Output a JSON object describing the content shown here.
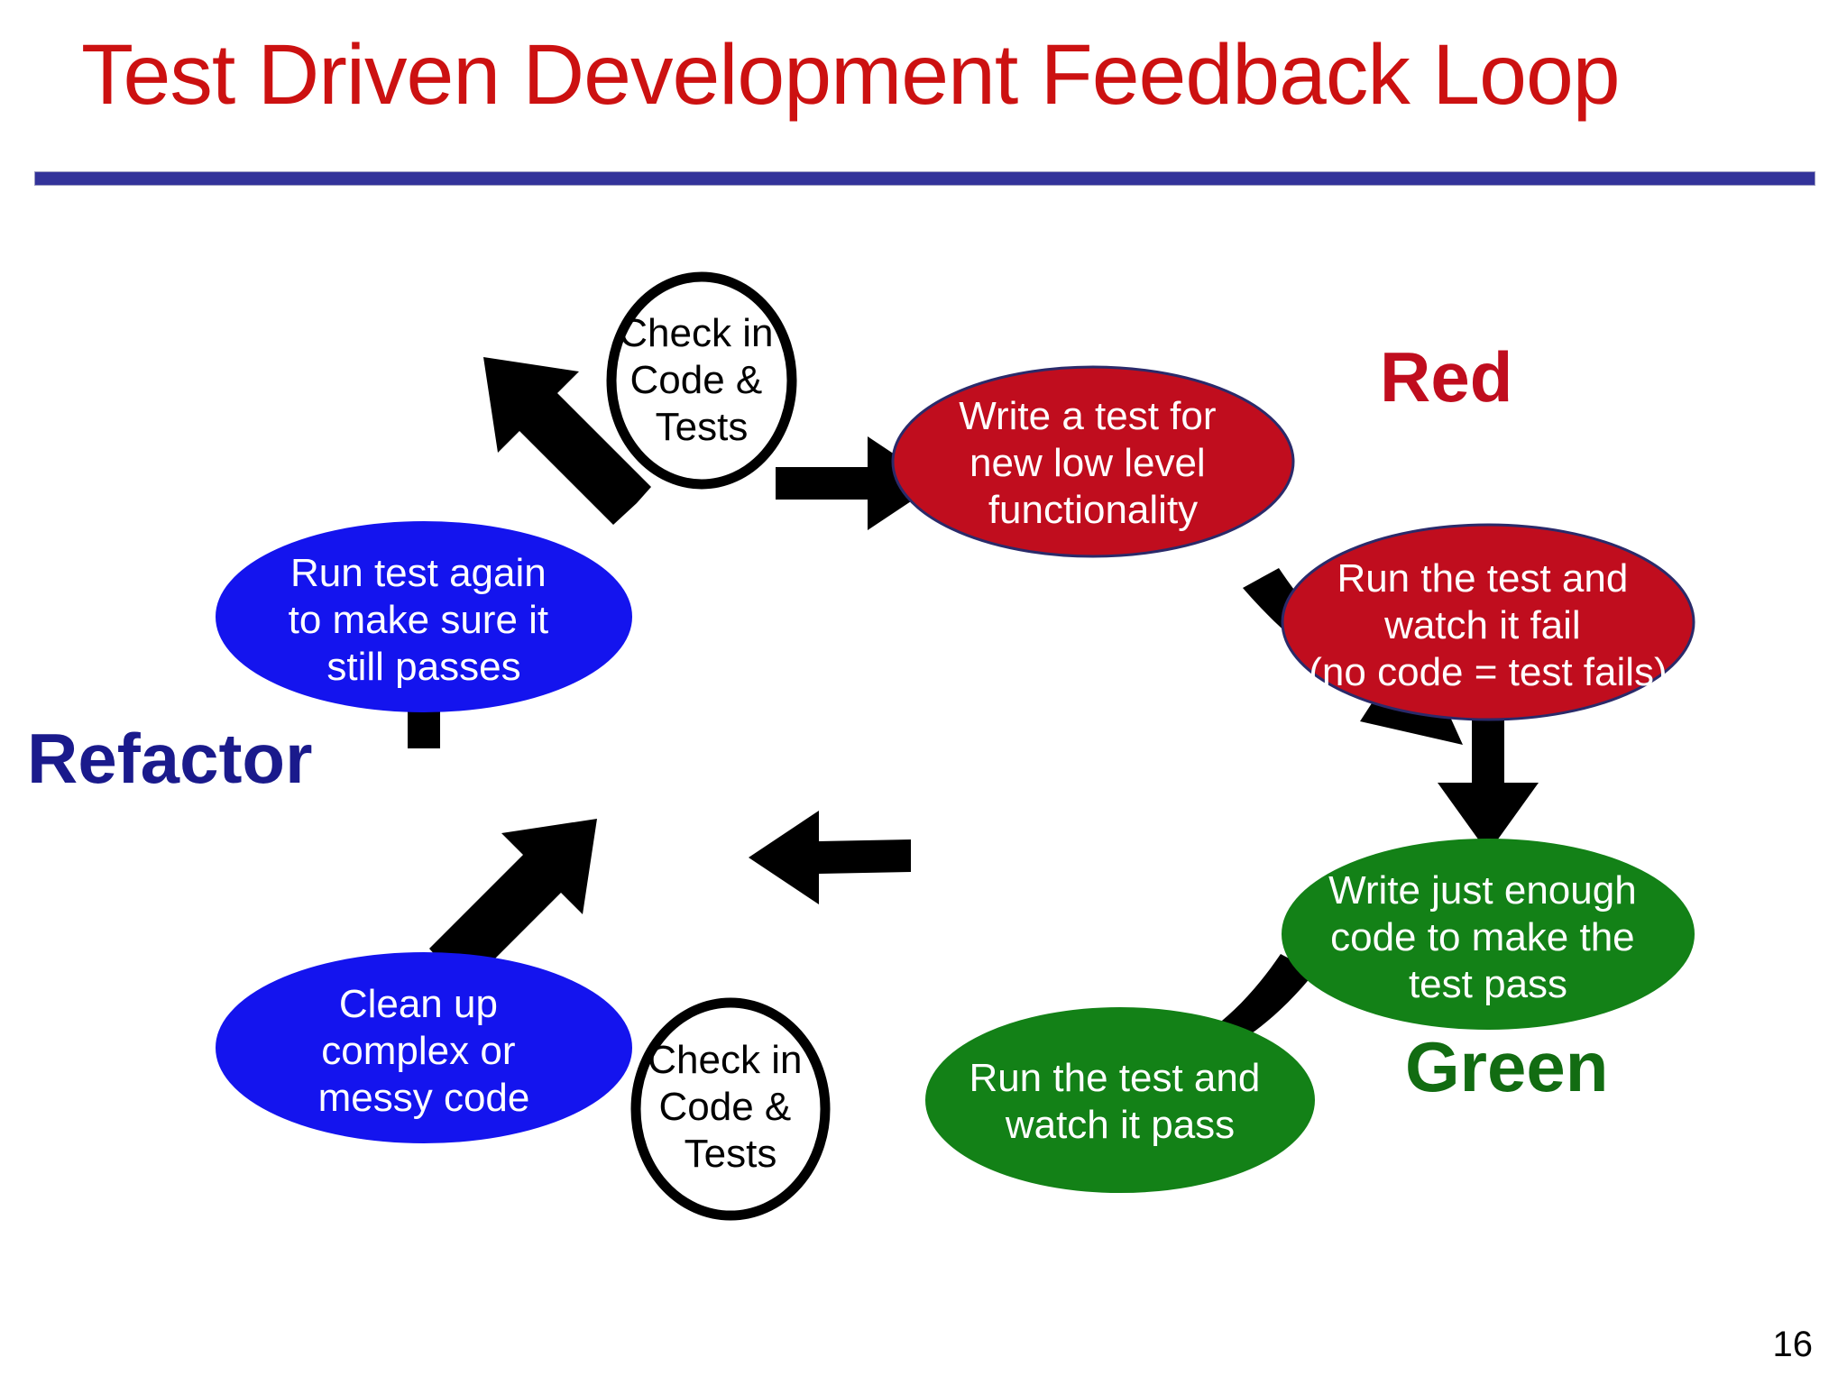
{
  "slide": {
    "title": "Test Driven Development Feedback Loop",
    "page_number": "16",
    "title_color": "#CC1111",
    "rule_color": "#33339A",
    "background": "#FFFFFF"
  },
  "phase_labels": [
    {
      "id": "red",
      "text": "Red",
      "color": "#C00D1E"
    },
    {
      "id": "green",
      "text": "Green",
      "color": "#126C12"
    },
    {
      "id": "refactor",
      "text": "Refactor",
      "color": "#1A1A8C"
    }
  ],
  "palette": {
    "red": "#C00D1E",
    "green": "#138117",
    "blue": "#1414EE",
    "white": "#FFFFFF",
    "outline_red": "#2A2A6A",
    "outline_black": "#000000",
    "arrow": "#000000"
  },
  "nodes": [
    {
      "id": "write-test",
      "shape": "ellipse",
      "fill": "red",
      "phase": "red",
      "lines": [
        "Write a test for",
        "new low level",
        "functionality"
      ]
    },
    {
      "id": "run-test-fail",
      "shape": "ellipse",
      "fill": "red",
      "phase": "red",
      "lines": [
        "Run the test and",
        "watch it fail",
        "(no code = test fails)"
      ]
    },
    {
      "id": "write-code",
      "shape": "ellipse",
      "fill": "green",
      "phase": "green",
      "lines": [
        "Write just enough",
        "code to make the",
        "test pass"
      ]
    },
    {
      "id": "run-test-pass",
      "shape": "ellipse",
      "fill": "green",
      "phase": "green",
      "lines": [
        "Run the test and",
        "watch it pass"
      ]
    },
    {
      "id": "check-in-bottom",
      "shape": "circle",
      "fill": "white",
      "phase": "refactor",
      "lines": [
        "Check in",
        "Code &",
        "Tests"
      ]
    },
    {
      "id": "clean-up",
      "shape": "ellipse",
      "fill": "blue",
      "phase": "refactor",
      "lines": [
        "Clean up",
        "complex or",
        "messy code"
      ]
    },
    {
      "id": "run-test-again",
      "shape": "ellipse",
      "fill": "blue",
      "phase": "refactor",
      "lines": [
        "Run test again",
        "to make sure it",
        "still passes"
      ]
    },
    {
      "id": "check-in-top",
      "shape": "circle",
      "fill": "white",
      "phase": "red",
      "lines": [
        "Check in",
        "Code &",
        "Tests"
      ]
    }
  ],
  "flow": [
    {
      "from": "check-in-top",
      "to": "write-test"
    },
    {
      "from": "write-test",
      "to": "run-test-fail"
    },
    {
      "from": "run-test-fail",
      "to": "write-code"
    },
    {
      "from": "write-code",
      "to": "run-test-pass"
    },
    {
      "from": "run-test-pass",
      "to": "check-in-bottom"
    },
    {
      "from": "check-in-bottom",
      "to": "clean-up"
    },
    {
      "from": "clean-up",
      "to": "run-test-again"
    },
    {
      "from": "run-test-again",
      "to": "check-in-top"
    }
  ]
}
